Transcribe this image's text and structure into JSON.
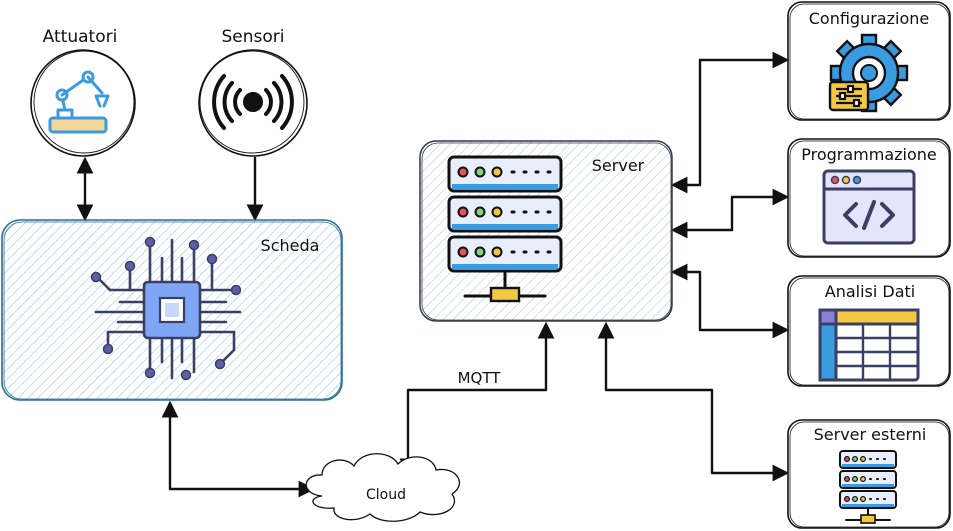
{
  "nodes": {
    "attuatori": "Attuatori",
    "sensori": "Sensori",
    "scheda": "Scheda",
    "server": "Server",
    "cloud": "Cloud",
    "mqtt": "MQTT",
    "configurazione": "Configurazione",
    "programmazione": "Programmazione",
    "analisi_dati": "Analisi Dati",
    "server_esterni": "Server esterni"
  },
  "icons": {
    "attuatori": "robot-arm-icon",
    "sensori": "signal-sensor-icon",
    "scheda": "microchip-icon",
    "server": "server-rack-icon",
    "configurazione": "gear-settings-icon",
    "programmazione": "code-window-icon",
    "analisi_dati": "spreadsheet-icon",
    "server_esterni": "server-rack-icon"
  },
  "colors": {
    "hatch": "#9cc8e0",
    "blue_icon": "#3b9be0",
    "chip_blue": "#7ea6f5",
    "chip_dark": "#3a3f66",
    "yellow": "#f5c842",
    "lavender": "#e4e4fb"
  }
}
